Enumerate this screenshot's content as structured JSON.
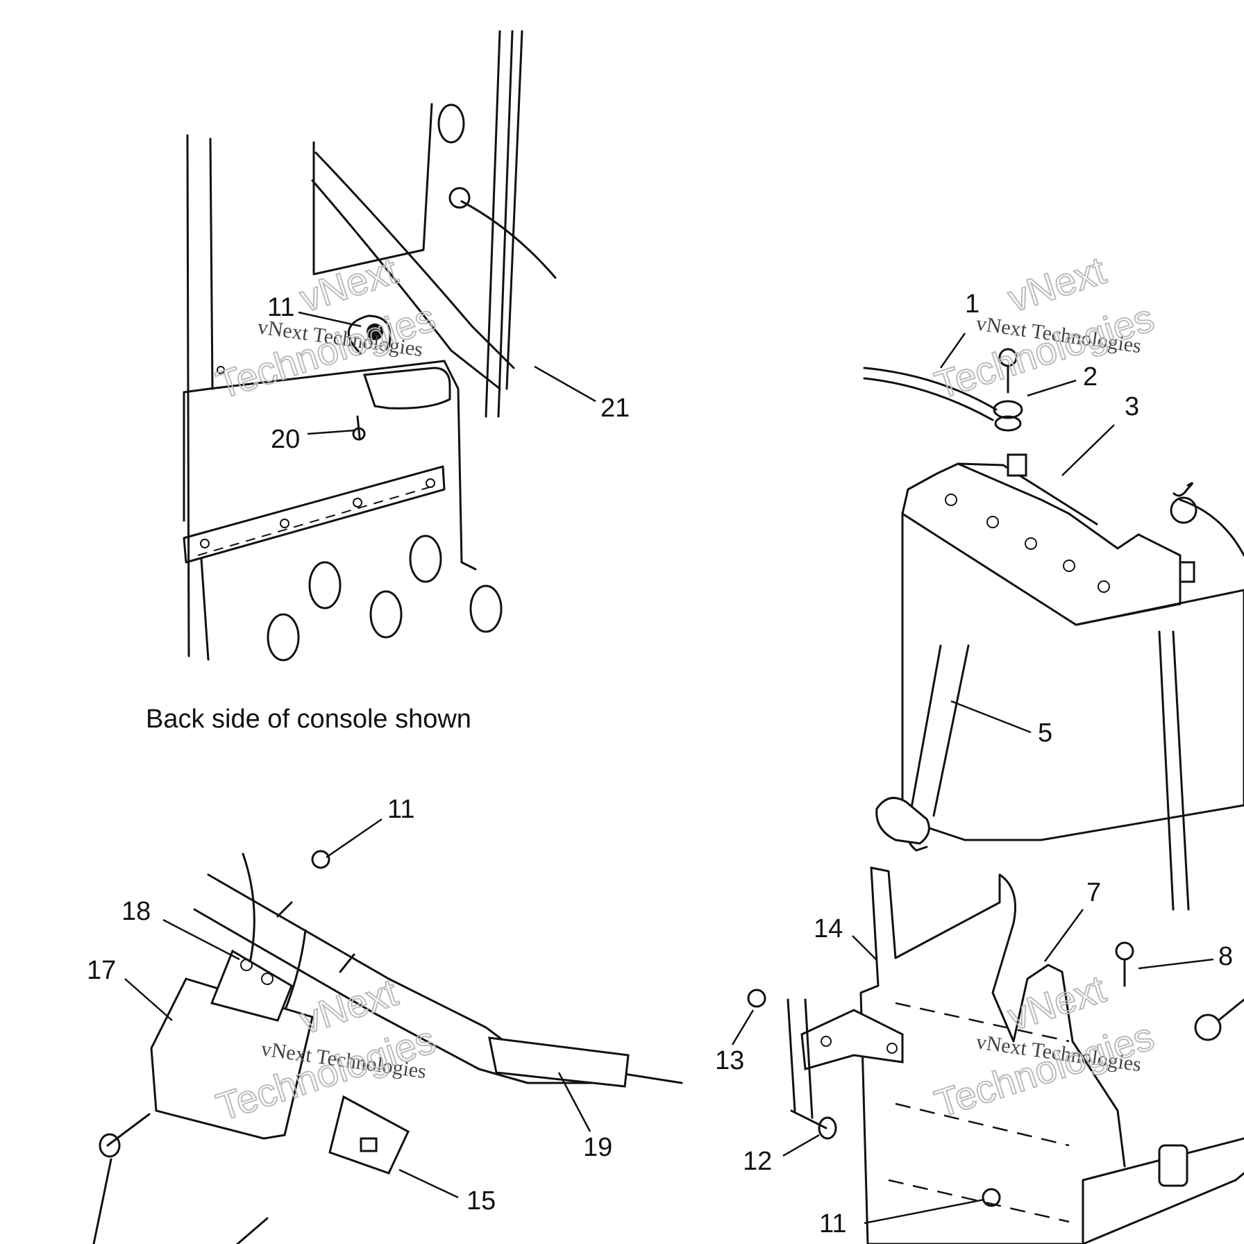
{
  "caption": "Back side of console shown",
  "watermark": {
    "line1": "vNext Technologies",
    "line2a": "vNext",
    "line2b": "Technologies"
  },
  "callouts": {
    "c1": "1",
    "c2": "2",
    "c3": "3",
    "c5": "5",
    "c7": "7",
    "c8": "8",
    "c11a": "11",
    "c11b": "11",
    "c11c": "11",
    "c12": "12",
    "c13": "13",
    "c14": "14",
    "c15": "15",
    "c17": "17",
    "c18": "18",
    "c19": "19",
    "c20": "20",
    "c21": "21"
  }
}
